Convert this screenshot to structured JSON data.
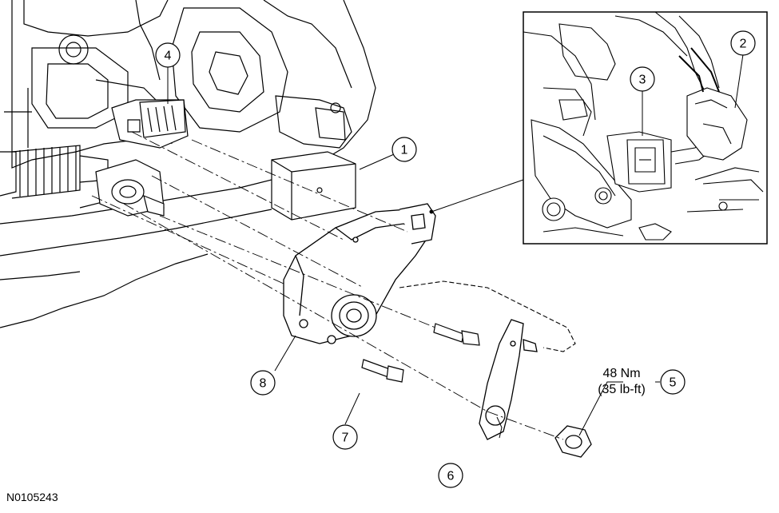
{
  "figure_id": "N0105243",
  "callouts": {
    "c1": "1",
    "c2": "2",
    "c3": "3",
    "c4": "4",
    "c5": "5",
    "c6": "6",
    "c7": "7",
    "c8": "8"
  },
  "torque_spec": {
    "metric": "48 Nm",
    "imperial": "(35 lb-ft)"
  },
  "colors": {
    "line": "#000000",
    "background": "#ffffff",
    "shade": "#d9d9d9"
  }
}
